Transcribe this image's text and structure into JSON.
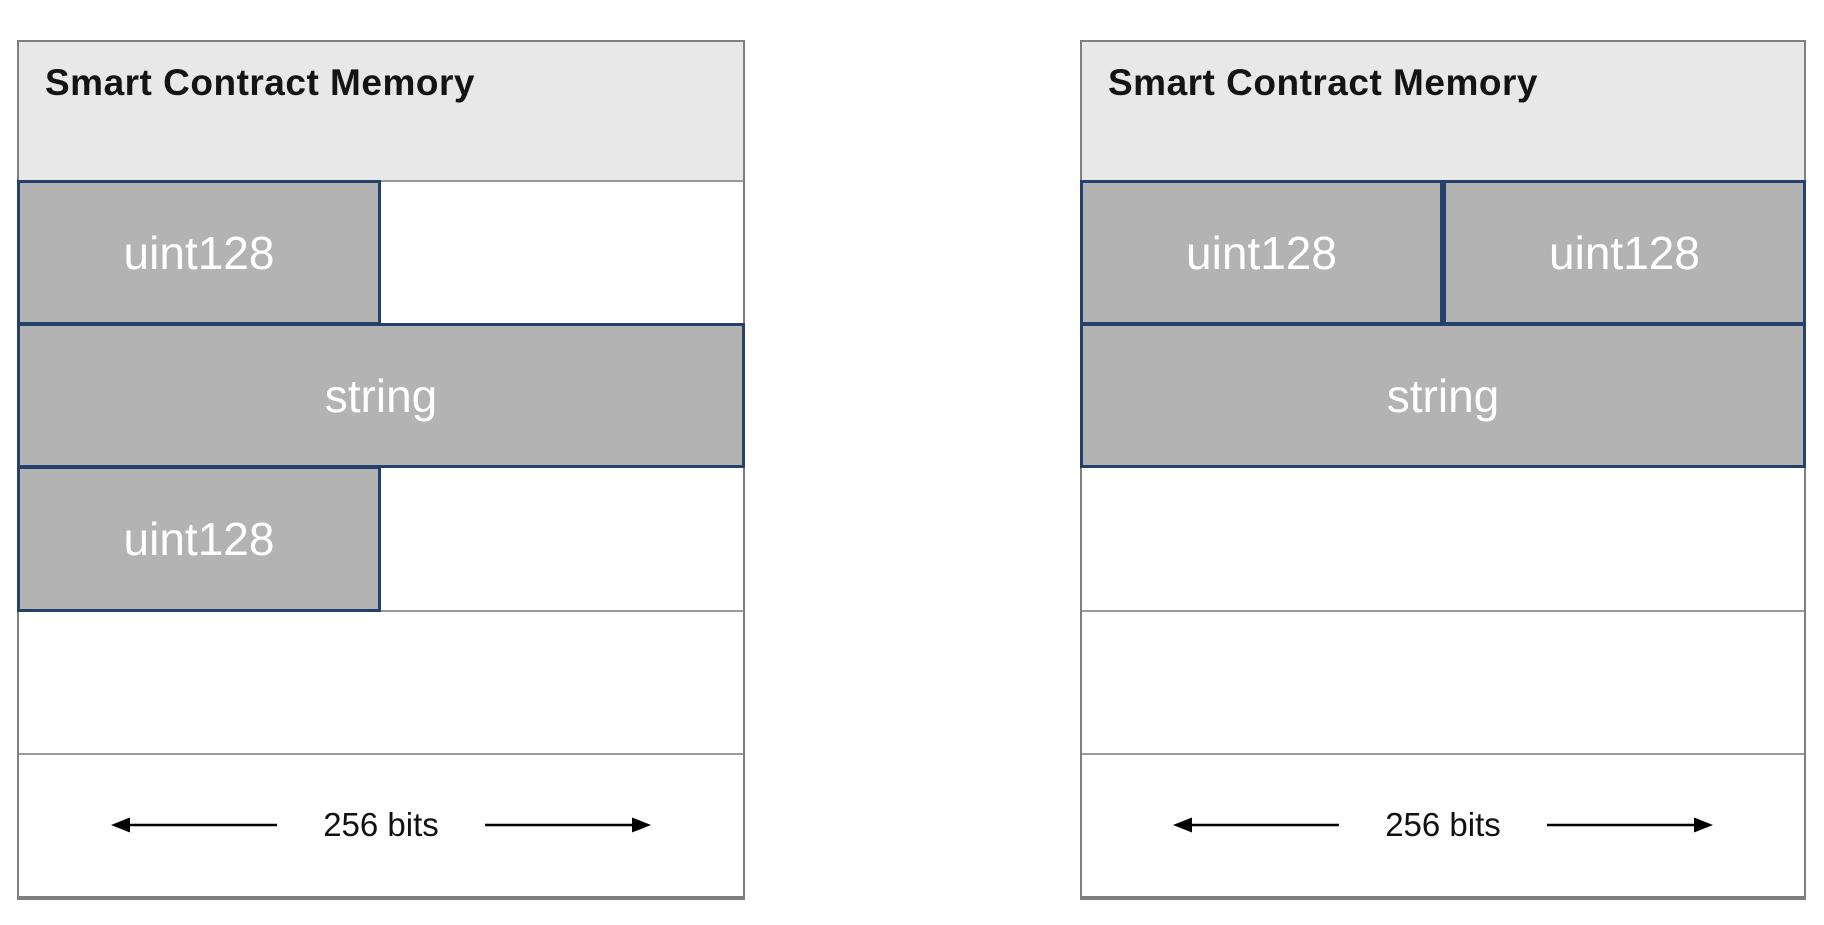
{
  "colors": {
    "header_fill": "#e8e8e8",
    "block_fill": "#b3b3b3",
    "block_border": "#24406b",
    "block_text": "#ffffff",
    "panel_border": "#7f7f7f",
    "row_divider": "#9a9a9a",
    "title_text": "#141414",
    "arrow_color": "#000000"
  },
  "panels": [
    {
      "id": "memory-unpacked",
      "title": "Smart Contract Memory",
      "scale_label": "256 bits",
      "rows": [
        {
          "slot": 0,
          "cells": [
            {
              "label": "uint128"
            }
          ]
        },
        {
          "slot": 1,
          "cells": [
            {
              "label": "string"
            }
          ]
        },
        {
          "slot": 2,
          "cells": [
            {
              "label": "uint128"
            }
          ]
        },
        {
          "slot": 3,
          "cells": []
        },
        {
          "slot": 4,
          "type": "scale"
        }
      ]
    },
    {
      "id": "memory-packed",
      "title": "Smart Contract Memory",
      "scale_label": "256 bits",
      "rows": [
        {
          "slot": 0,
          "cells": [
            {
              "label": "uint128"
            },
            {
              "label": "uint128"
            }
          ]
        },
        {
          "slot": 1,
          "cells": [
            {
              "label": "string"
            }
          ]
        },
        {
          "slot": 2,
          "cells": []
        },
        {
          "slot": 3,
          "cells": []
        },
        {
          "slot": 4,
          "type": "scale"
        }
      ]
    }
  ],
  "icons": {
    "left": "arrow-left-icon",
    "right": "arrow-right-icon"
  }
}
